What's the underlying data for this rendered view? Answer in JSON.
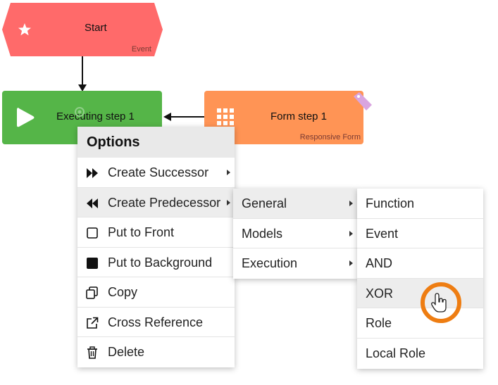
{
  "nodes": {
    "start": {
      "label": "Start",
      "type": "Event",
      "color": "#ff6a6a"
    },
    "executing": {
      "label": "Executing step 1",
      "color": "#55b548"
    },
    "form": {
      "label": "Form step 1",
      "type": "Responsive Form",
      "color": "#ff9455"
    }
  },
  "options_menu": {
    "title": "Options",
    "items": [
      {
        "label": "Create Successor",
        "icon": "fast-forward-icon",
        "submenu": true
      },
      {
        "label": "Create Predecessor",
        "icon": "rewind-icon",
        "submenu": true,
        "highlighted": true
      },
      {
        "label": "Put to Front",
        "icon": "square-outline-icon"
      },
      {
        "label": "Put to Background",
        "icon": "square-filled-icon"
      },
      {
        "label": "Copy",
        "icon": "copy-icon"
      },
      {
        "label": "Cross Reference",
        "icon": "external-link-icon"
      },
      {
        "label": "Delete",
        "icon": "trash-icon"
      }
    ]
  },
  "predecessor_menu": {
    "items": [
      {
        "label": "General",
        "submenu": true,
        "highlighted": true
      },
      {
        "label": "Models",
        "submenu": true
      },
      {
        "label": "Execution",
        "submenu": true
      }
    ]
  },
  "general_menu": {
    "items": [
      {
        "label": "Function"
      },
      {
        "label": "Event"
      },
      {
        "label": "AND"
      },
      {
        "label": "XOR",
        "highlighted": true
      },
      {
        "label": "Role"
      },
      {
        "label": "Local Role"
      }
    ]
  },
  "colors": {
    "cursor_ring": "#ee7d12",
    "menu_highlight": "#ededed"
  }
}
